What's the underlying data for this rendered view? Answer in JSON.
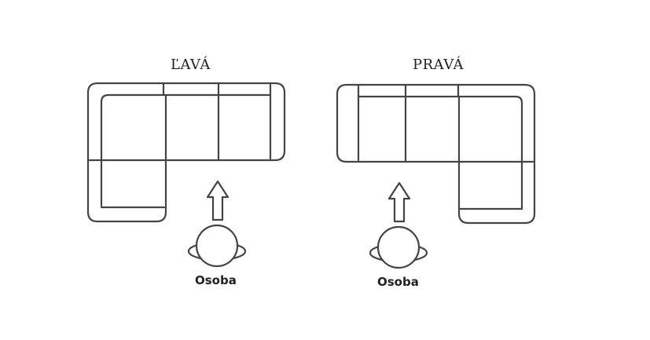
{
  "diagram": {
    "left": {
      "title": "ĽAVÁ",
      "person_label": "Osoba"
    },
    "right": {
      "title": "PRAVÁ",
      "person_label": "Osoba"
    }
  },
  "colors": {
    "line": "#444444",
    "background": "#ffffff"
  }
}
